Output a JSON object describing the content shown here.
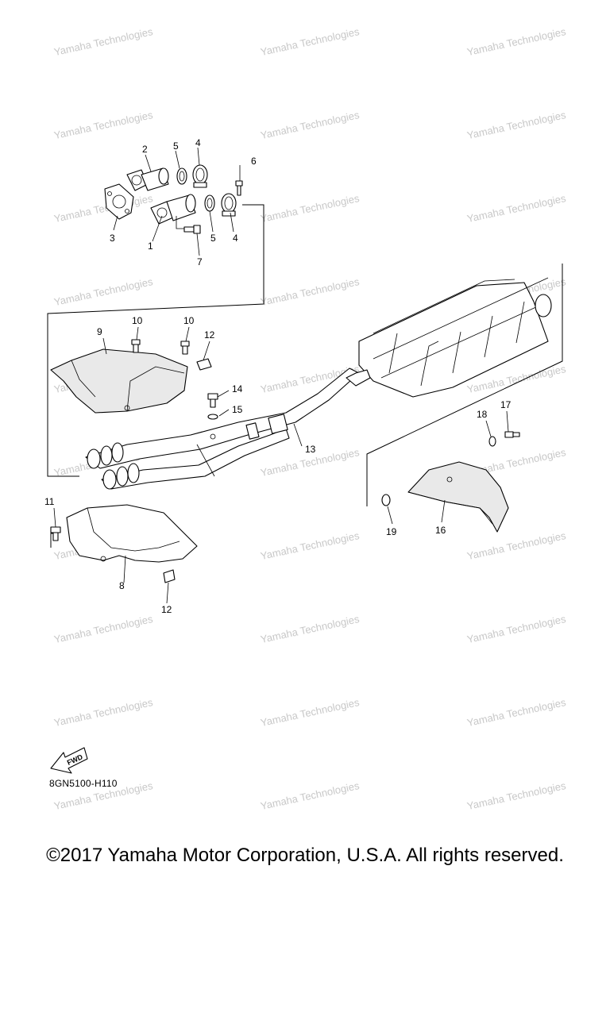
{
  "callouts": {
    "c1": "1",
    "c2": "2",
    "c3": "3",
    "c4a": "4",
    "c4b": "4",
    "c5a": "5",
    "c5b": "5",
    "c6": "6",
    "c7": "7",
    "c8": "8",
    "c9": "9",
    "c10a": "10",
    "c10b": "10",
    "c11": "11",
    "c12a": "12",
    "c12b": "12",
    "c13": "13",
    "c14": "14",
    "c15": "15",
    "c16": "16",
    "c17": "17",
    "c18": "18",
    "c19": "19"
  },
  "fwd_label": "FWD",
  "diagram_code": "8GN5100-H110",
  "copyright": "©2017 Yamaha Motor Corporation, U.S.A. All rights reserved.",
  "watermark": "Yamaha Technologies"
}
